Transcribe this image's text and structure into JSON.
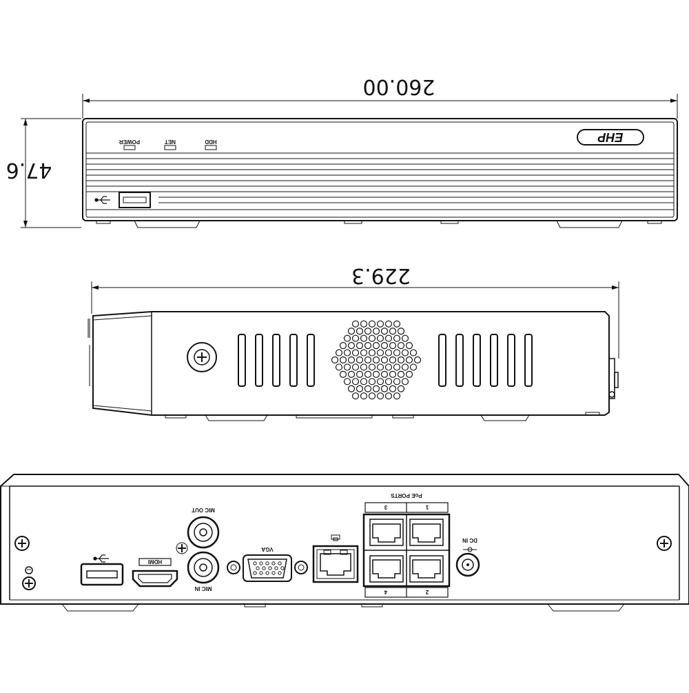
{
  "dimensions": {
    "width": "260.00",
    "height": "47.6",
    "depth": "229.3"
  },
  "front_panel": {
    "logo": "EHP",
    "indicators": [
      "POWER",
      "NET",
      "HDD"
    ]
  },
  "rear_panel": {
    "poe_header": "PoE PORTS",
    "poe_top_numbers": [
      "3",
      "1"
    ],
    "poe_bottom_numbers": [
      "4",
      "2"
    ],
    "port_labels": {
      "mic_out": "MIC OUT",
      "mic_in": "MIC IN",
      "vga": "VGA",
      "dc_in": "DC IN",
      "hdmi": "HDMI"
    }
  }
}
